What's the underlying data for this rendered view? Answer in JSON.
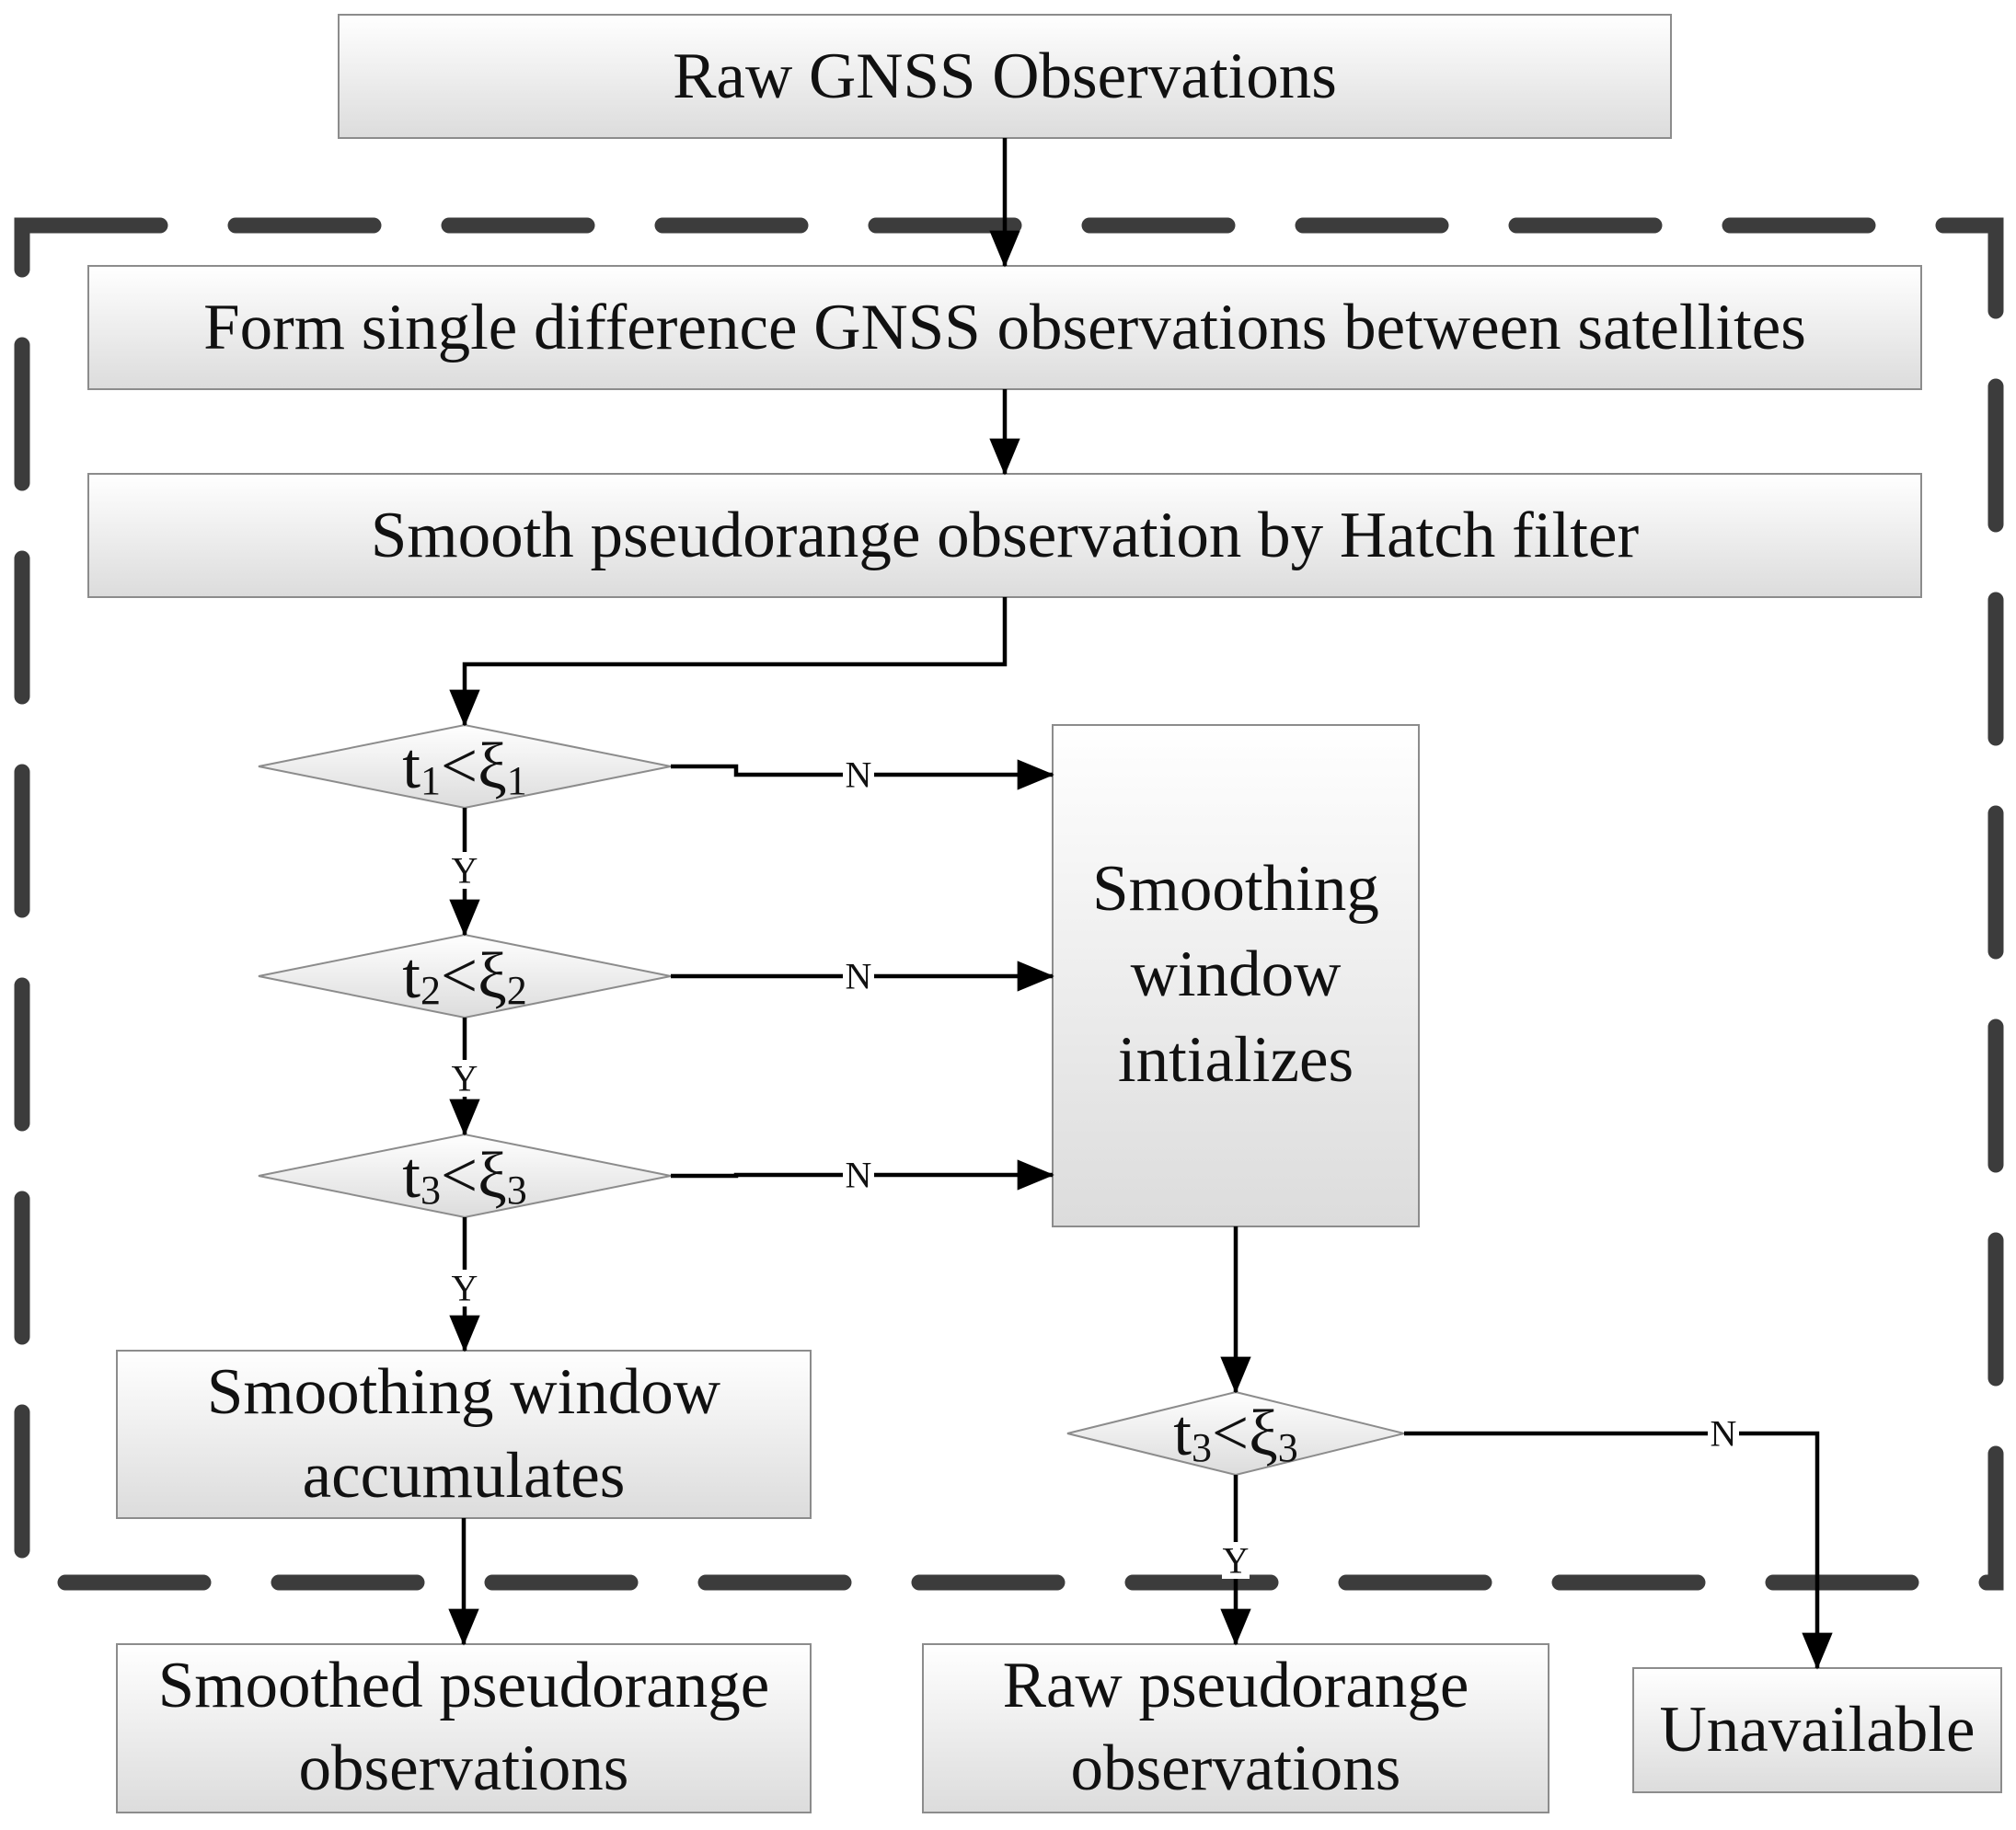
{
  "boxes": {
    "raw_gnss": "Raw GNSS Observations",
    "single_difference": "Form single difference GNSS observations between satellites",
    "hatch_filter": "Smooth pseudorange observation by Hatch filter",
    "window_init": [
      "Smoothing",
      "window",
      "intializes"
    ],
    "window_accumulates": [
      "Smoothing window",
      "accumulates"
    ],
    "smoothed_output": [
      "Smoothed pseudorange",
      "observations"
    ],
    "raw_output": [
      "Raw pseudorange",
      "observations"
    ],
    "unavailable": "Unavailable"
  },
  "conditions": [
    {
      "t": "t",
      "lt": "<",
      "xi": "ξ",
      "sub": "1"
    },
    {
      "t": "t",
      "lt": "<",
      "xi": "ξ",
      "sub": "2"
    },
    {
      "t": "t",
      "lt": "<",
      "xi": "ξ",
      "sub": "3"
    },
    {
      "t": "t",
      "lt": "<",
      "xi": "ξ",
      "sub": "3"
    }
  ],
  "branch_labels": {
    "yes": "Y",
    "no": "N"
  },
  "colors": {
    "box_top": "#ffffff",
    "box_bottom": "#dcdcdc",
    "frame": "#3c3c3c",
    "wire": "#000000"
  }
}
